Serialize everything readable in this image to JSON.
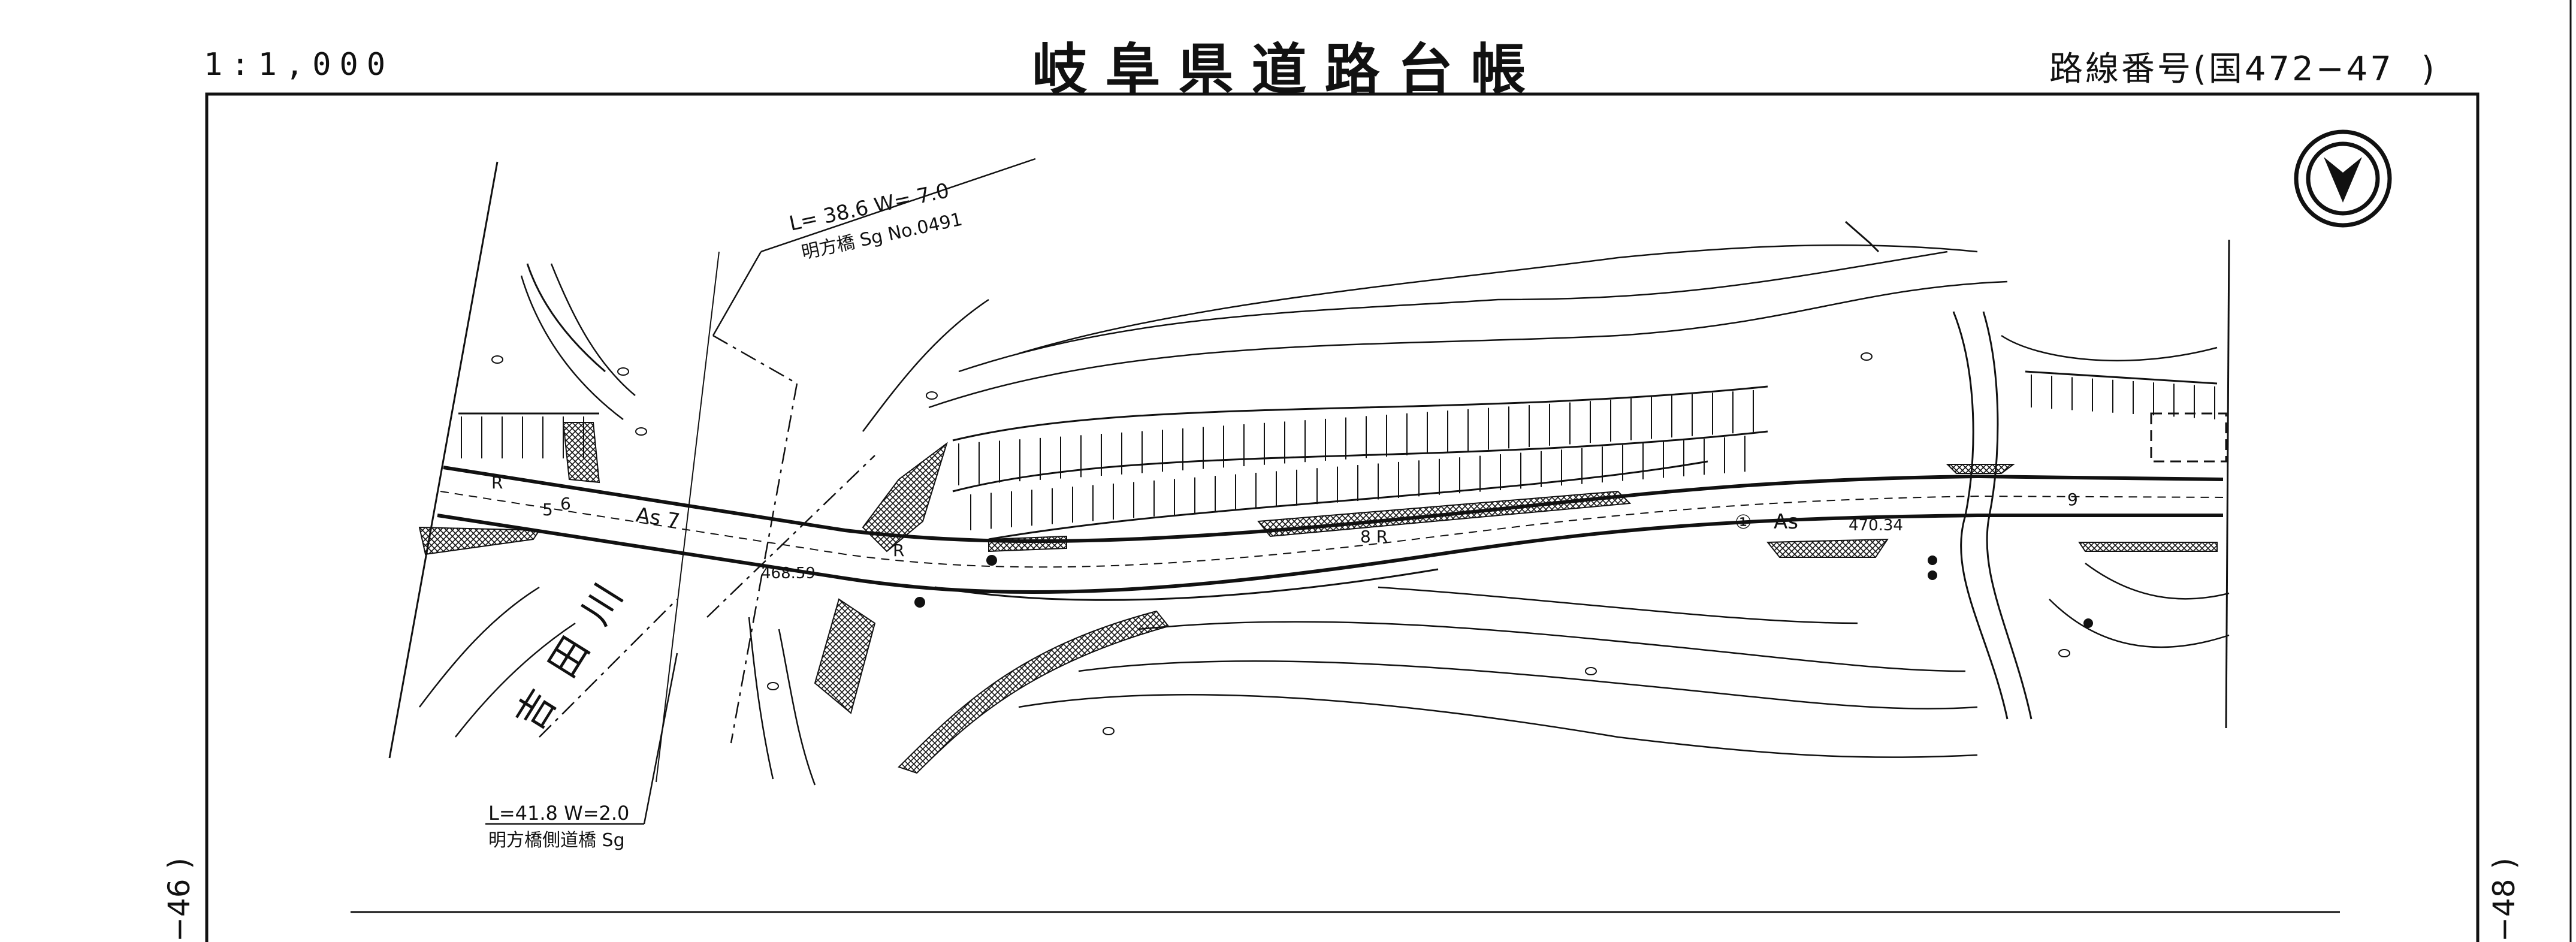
{
  "header": {
    "scale": "1:1,000",
    "title": "岐阜県道路台帳",
    "route_label": "路線番号(国472−47",
    "route_close": ")"
  },
  "sheets": {
    "previous": "−46 )",
    "next": "−48 )"
  },
  "map": {
    "bridge_main": {
      "line1": "L= 38.6   W= 7.0",
      "line2": "明方橋   Sg   No.0491"
    },
    "bridge_side": {
      "line1": "L=41.8 W=2.0",
      "line2": "明方橋側道橋 Sg"
    },
    "river_name": "吉田川",
    "elevations": [
      "468.59",
      "470.34"
    ],
    "surface_codes": [
      "As 7",
      "As"
    ],
    "width_marks": [
      "5",
      "R",
      "6",
      "R",
      "8 R",
      "9"
    ],
    "station_mark": "①",
    "north_arrow": "north-arrow",
    "colors": {
      "line": "#111111",
      "paper": "#ffffff"
    }
  }
}
